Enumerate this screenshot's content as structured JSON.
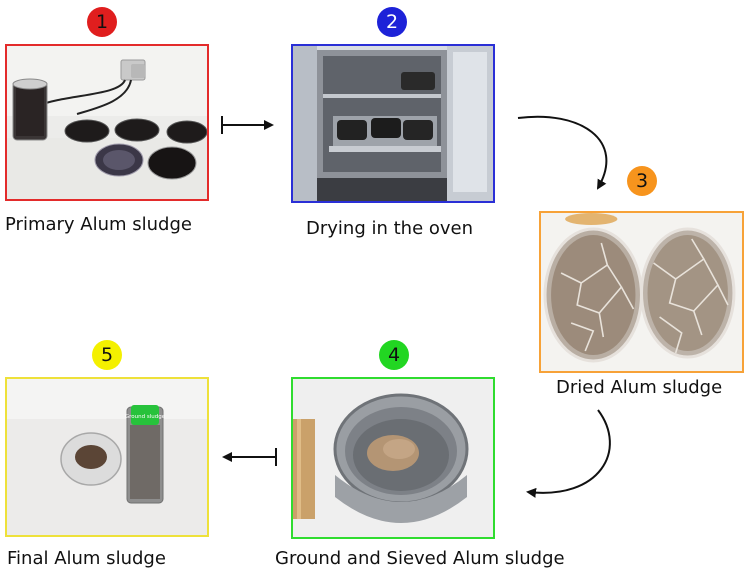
{
  "steps": [
    {
      "number": "1",
      "caption": "Primary Alum sludge",
      "badge_color": "#e01e1e",
      "frame_color": "#e32b2b",
      "badge_text_color": "#111111"
    },
    {
      "number": "2",
      "caption": "Drying in the oven",
      "badge_color": "#1d22d8",
      "frame_color": "#2a2fd6",
      "badge_text_color": "#ffffff"
    },
    {
      "number": "3",
      "caption": "Dried Alum sludge",
      "badge_color": "#f7941d",
      "frame_color": "#f7a238",
      "badge_text_color": "#111111"
    },
    {
      "number": "4",
      "caption": "Ground and Sieved Alum sludge",
      "badge_color": "#22d622",
      "frame_color": "#2fdc2f",
      "badge_text_color": "#111111"
    },
    {
      "number": "5",
      "caption": "Final Alum sludge",
      "badge_color": "#f4f000",
      "frame_color": "#eee13a",
      "badge_text_color": "#111111"
    }
  ],
  "photo_labels": {
    "sample_jar_label": "Ground sludge"
  }
}
